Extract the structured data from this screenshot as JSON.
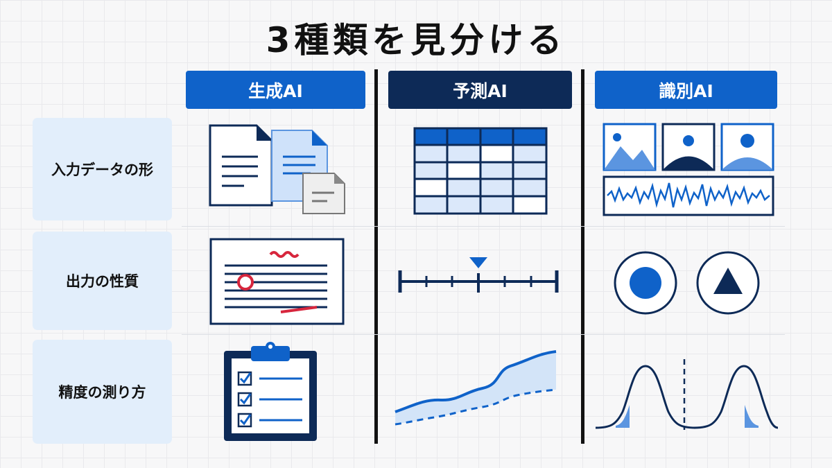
{
  "title": "3種類を見分ける",
  "columns": [
    {
      "label": "生成AI"
    },
    {
      "label": "予測AI"
    },
    {
      "label": "識別AI"
    }
  ],
  "rows": [
    {
      "label": "入力データの形"
    },
    {
      "label": "出力の性質"
    },
    {
      "label": "精度の測り方"
    }
  ],
  "colors": {
    "brand_blue": "#0f62c9",
    "navy": "#0d2a57",
    "light_blue": "#cfe2fa",
    "accent_red": "#d7263d",
    "label_bg": "#e2eefb"
  },
  "icons": {
    "r1c1": "documents-icon",
    "r1c2": "table-icon",
    "r1c3": "image-and-waveform-icon",
    "r2c1": "edited-text-document-icon",
    "r2c2": "number-line-marker-icon",
    "r2c3": "class-symbols-icon",
    "r3c1": "checklist-clipboard-icon",
    "r3c2": "forecast-band-chart-icon",
    "r3c3": "distribution-curves-icon"
  }
}
